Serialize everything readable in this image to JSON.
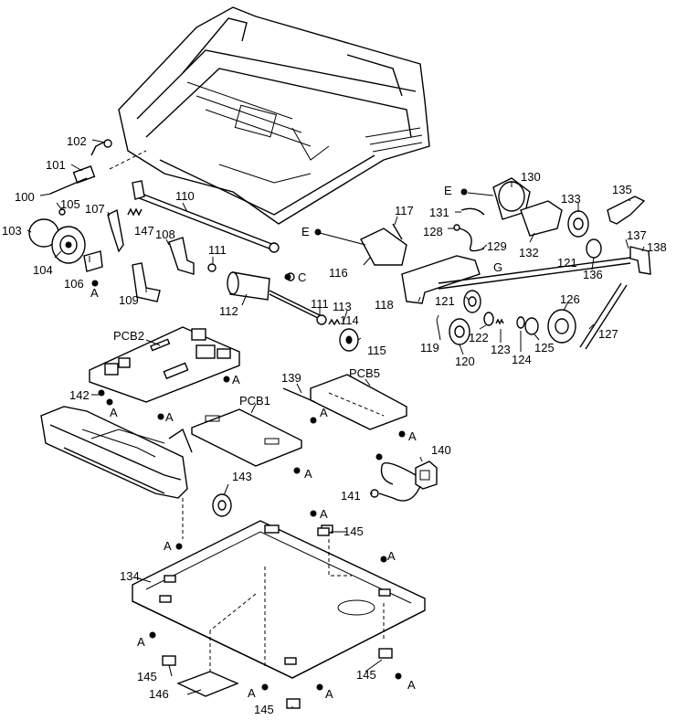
{
  "callouts": {
    "c100": "100",
    "c101": "101",
    "c102": "102",
    "c103": "103",
    "c104": "104",
    "c105": "105",
    "c106": "106",
    "c107": "107",
    "c108": "108",
    "c109": "109",
    "c110": "110",
    "c111a": "111",
    "c111b": "111",
    "c112": "112",
    "c113": "113",
    "c114": "114",
    "c115": "115",
    "c116": "116",
    "c117": "117",
    "c118": "118",
    "c119": "119",
    "c120": "120",
    "c121a": "121",
    "c121b": "121",
    "c122": "122",
    "c123": "123",
    "c124": "124",
    "c125": "125",
    "c126": "126",
    "c127": "127",
    "c128": "128",
    "c129": "129",
    "c130": "130",
    "c131": "131",
    "c132": "132",
    "c133": "133",
    "c134": "134",
    "c135": "135",
    "c136": "136",
    "c137": "137",
    "c138": "138",
    "c139": "139",
    "c140": "140",
    "c141": "141",
    "c142": "142",
    "c143": "143",
    "c145a": "145",
    "c145b": "145",
    "c145c": "145",
    "c145d": "145",
    "c146": "146",
    "c147": "147"
  },
  "boards": {
    "pcb1": "PCB1",
    "pcb2": "PCB2",
    "pcb5": "PCB5"
  },
  "screw_refs": {
    "a": "A",
    "c": "C",
    "e": "E",
    "g": "G"
  }
}
